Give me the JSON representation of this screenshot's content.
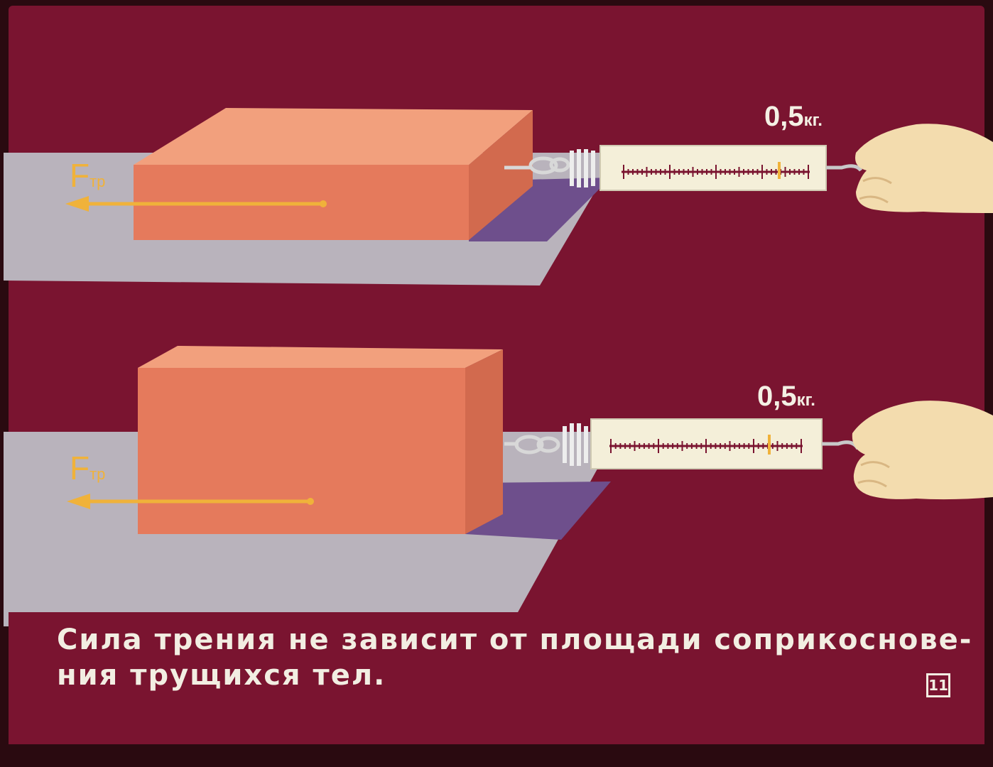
{
  "colors": {
    "background": "#7a1430",
    "surface": "#b9b3bc",
    "shadow": "#6e4f8c",
    "block_front": "#e57a5c",
    "block_top": "#f2a07d",
    "block_side": "#d26a4e",
    "arrow": "#f0b23a",
    "scale_body": "#f4efd9",
    "hand": "#f3dcae"
  },
  "top_experiment": {
    "force_label": "F",
    "force_subscript": "тр",
    "scale_reading_value": "0,5",
    "scale_reading_unit": "кг."
  },
  "bottom_experiment": {
    "force_label": "F",
    "force_subscript": "тр",
    "scale_reading_value": "0,5",
    "scale_reading_unit": "кг."
  },
  "caption": {
    "line1": "Сила трения не зависит от площади соприкоснове-",
    "line2": "ния трущихся тел."
  },
  "slide_number": "11"
}
